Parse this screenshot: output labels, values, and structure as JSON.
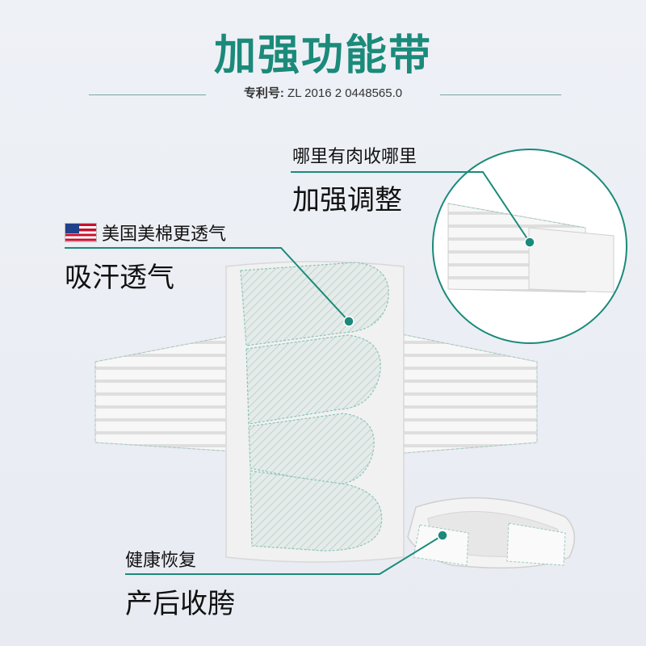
{
  "title": "加强功能带",
  "patent": {
    "label": "专利号:",
    "number": "ZL 2016 2 0448565.0"
  },
  "callouts": {
    "top_right": {
      "small": "哪里有肉收哪里",
      "large": "加强调整"
    },
    "left": {
      "small": "美国美棉更透气",
      "large": "吸汗透气"
    },
    "bottom": {
      "small": "健康恢复",
      "large": "产后收胯"
    }
  },
  "icons": {
    "flag": "us-flag-icon"
  },
  "colors": {
    "accent": "#1b8a7a",
    "text": "#111111",
    "background": "#eef1f6"
  }
}
